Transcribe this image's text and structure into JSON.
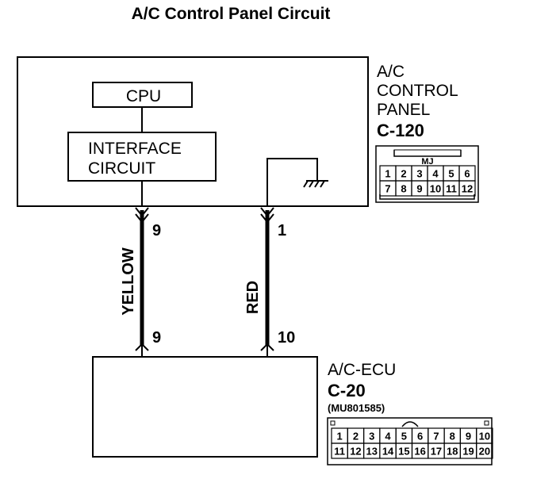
{
  "title": "A/C Control Panel Circuit",
  "colors": {
    "line": "#000000",
    "background": "#ffffff"
  },
  "panel": {
    "label_lines": [
      "A/C",
      "CONTROL",
      "PANEL"
    ],
    "connector_code": "C-120",
    "connector_tag": "MJ",
    "pins_top": [
      "1",
      "2",
      "3",
      "4",
      "5",
      "6"
    ],
    "pins_bottom": [
      "7",
      "8",
      "9",
      "10",
      "11",
      "12"
    ],
    "cpu_label": "CPU",
    "interface_lines": [
      "INTERFACE",
      "CIRCUIT"
    ]
  },
  "ecu": {
    "label": "A/C-ECU",
    "connector_code": "C-20",
    "part_number": "(MU801585)",
    "pins_top": [
      "1",
      "2",
      "3",
      "4",
      "5",
      "6",
      "7",
      "8",
      "9",
      "10"
    ],
    "pins_bottom": [
      "11",
      "12",
      "13",
      "14",
      "15",
      "16",
      "17",
      "18",
      "19",
      "20"
    ]
  },
  "wires": [
    {
      "color": "YELLOW",
      "panel_pin": "9",
      "ecu_pin": "9"
    },
    {
      "color": "RED",
      "panel_pin": "1",
      "ecu_pin": "10"
    }
  ]
}
